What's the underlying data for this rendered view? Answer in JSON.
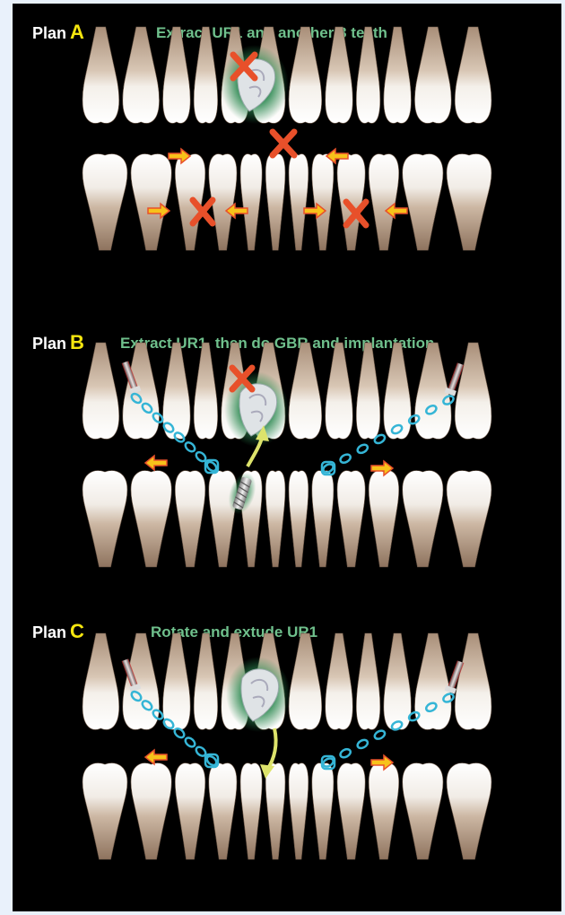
{
  "colors": {
    "background": "#000000",
    "label": "#ffffff",
    "plan_letter": "#f5e60f",
    "caption": "#6fc08c",
    "extract_mark": "#e8502a",
    "arrow": "#f7c21a",
    "elastic_chain": "#35b5d6",
    "bone_graft": "#dfe3e6"
  },
  "panels": [
    {
      "label": "Plan",
      "letter": "A",
      "caption": "Extract UR1 and another 3 teeth",
      "icons": [
        "extract-x-icon",
        "bone-fragment-icon",
        "space-closure-arrow-icon"
      ]
    },
    {
      "label": "Plan",
      "letter": "B",
      "caption": "Extract UR1, then do GBR and implantation",
      "icons": [
        "extract-x-icon",
        "bone-fragment-icon",
        "implant-icon",
        "mini-screw-icon",
        "elastic-chain-icon",
        "retraction-arrow-icon"
      ]
    },
    {
      "label": "Plan",
      "letter": "C",
      "caption": "Rotate and extude UR1",
      "icons": [
        "bone-fragment-icon",
        "extrusion-arrow-icon",
        "mini-screw-icon",
        "elastic-chain-icon",
        "retraction-arrow-icon"
      ]
    }
  ]
}
